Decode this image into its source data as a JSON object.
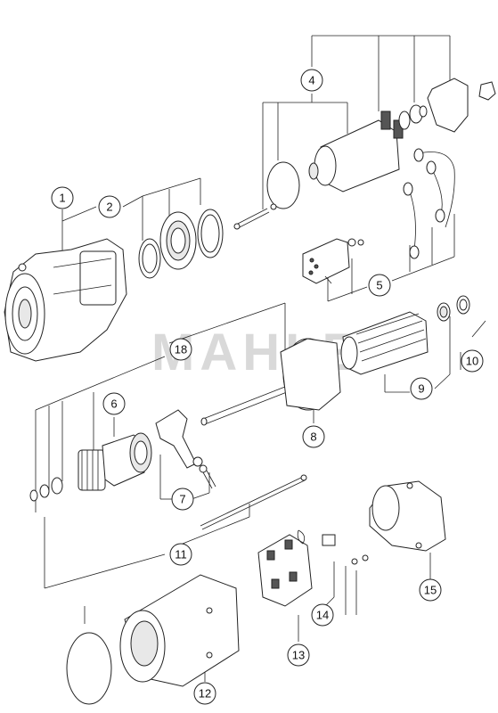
{
  "watermark": "MAHLE",
  "callouts": [
    {
      "id": "1",
      "label": "1"
    },
    {
      "id": "2",
      "label": "2"
    },
    {
      "id": "4",
      "label": "4"
    },
    {
      "id": "5",
      "label": "5"
    },
    {
      "id": "6",
      "label": "6"
    },
    {
      "id": "7",
      "label": "7"
    },
    {
      "id": "8",
      "label": "8"
    },
    {
      "id": "9",
      "label": "9"
    },
    {
      "id": "10",
      "label": "10"
    },
    {
      "id": "11",
      "label": "11"
    },
    {
      "id": "12",
      "label": "12"
    },
    {
      "id": "13",
      "label": "13"
    },
    {
      "id": "14",
      "label": "14"
    },
    {
      "id": "15",
      "label": "15"
    },
    {
      "id": "18",
      "label": "18"
    }
  ]
}
